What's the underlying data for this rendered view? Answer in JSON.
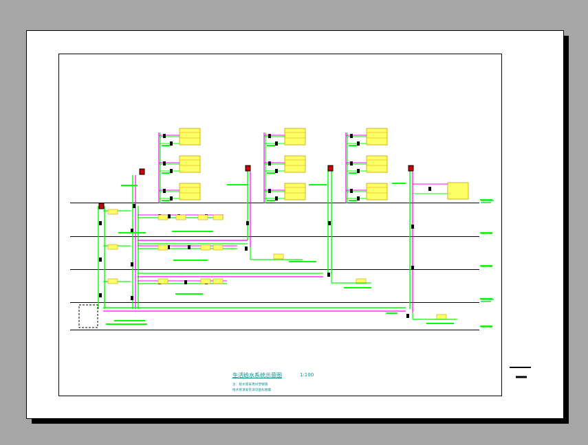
{
  "drawing": {
    "title": "生活给水系统示意图",
    "scale": "1:100",
    "notes": [
      "注：给水管采用衬塑钢管",
      "给水管道安装详见国标图集"
    ]
  },
  "colors": {
    "background": "#a6a6a6",
    "sheet": "#ffffff",
    "pipe_main": "#00ff00",
    "pipe_branch": "#ff00ff",
    "fixture": "#ffff66",
    "fixture_border": "#c8a000",
    "label_text": "#008a8a",
    "valve": "#000000",
    "riser_tag": "#cc0000"
  }
}
